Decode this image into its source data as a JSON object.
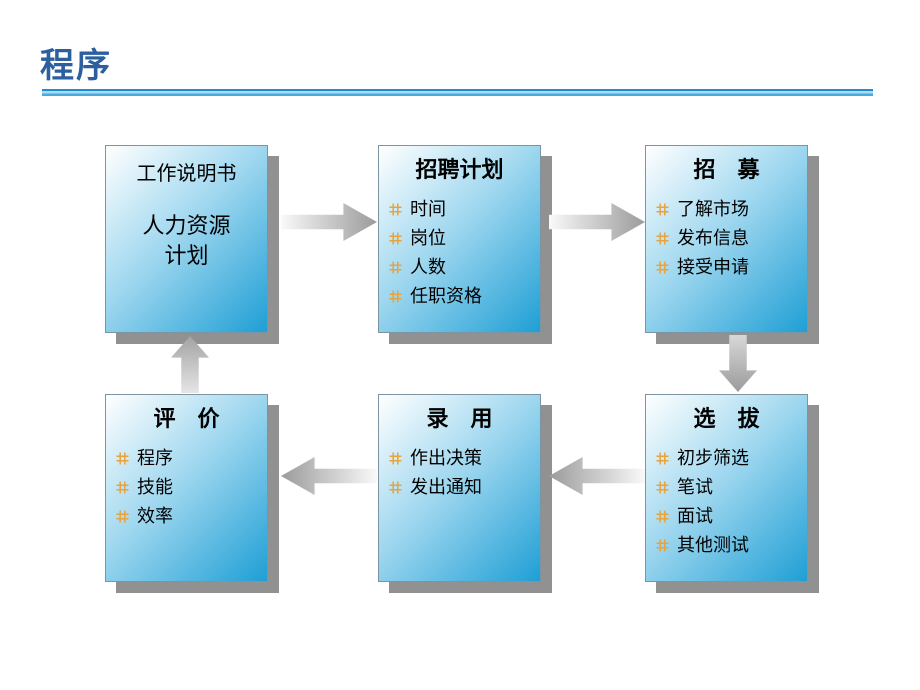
{
  "slide": {
    "title": "程序"
  },
  "boxes": [
    {
      "name": "flow-box-job-spec",
      "header": "工作说明书",
      "header_bold": false,
      "center_lines": [
        "人力资源",
        "计划"
      ],
      "items": []
    },
    {
      "name": "flow-box-recruit-plan",
      "header": "招聘计划",
      "header_bold": true,
      "items": [
        "时间",
        "岗位",
        "人数",
        "任职资格"
      ]
    },
    {
      "name": "flow-box-recruitment",
      "header": "招　募",
      "header_bold": true,
      "items": [
        "了解市场",
        "发布信息",
        "接受申请"
      ]
    },
    {
      "name": "flow-box-evaluation",
      "header": "评　价",
      "header_bold": true,
      "items": [
        "程序",
        "技能",
        "效率"
      ]
    },
    {
      "name": "flow-box-employment",
      "header": "录　用",
      "header_bold": true,
      "items": [
        "作出决策",
        "发出通知"
      ]
    },
    {
      "name": "flow-box-selection",
      "header": "选　拔",
      "header_bold": true,
      "items": [
        "初步筛选",
        "笔试",
        "面试",
        "其他测试"
      ]
    }
  ],
  "icons": {
    "bullet": "grid-bullet-icon"
  },
  "colors": {
    "title": "#2c5f9f",
    "rule_dark": "#1d8ed6",
    "rule_light": "#aadcf7",
    "rule_mid": "#49aadf",
    "box_gradient_start": "#ffffff",
    "box_gradient_mid": "#9ed7ef",
    "box_gradient_end": "#1f9fd5",
    "box_shadow": "#919191",
    "bullet": "#e8a33c",
    "arrow_dark": "#9b9b9b"
  }
}
